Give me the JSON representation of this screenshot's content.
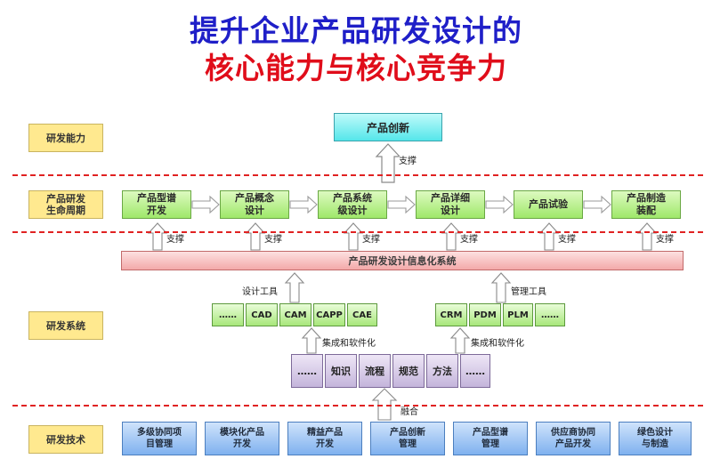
{
  "title": {
    "line1": "提升企业产品研发设计的",
    "line2": "核心能力与核心竞争力"
  },
  "row_labels": {
    "capability": "研发能力",
    "lifecycle": "产品研发\n生命周期",
    "system": "研发系统",
    "technology": "研发技术"
  },
  "top_box": "产品创新",
  "support_label": "支撑",
  "stages": [
    "产品型谱\n开发",
    "产品概念\n设计",
    "产品系统\n级设计",
    "产品详细\n设计",
    "产品试验",
    "产品制造\n装配"
  ],
  "info_system": "产品研发设计信息化系统",
  "design_tools_label": "设计工具",
  "design_tools": [
    "……",
    "CAD",
    "CAM",
    "CAPP",
    "CAE"
  ],
  "mgmt_tools_label": "管理工具",
  "mgmt_tools": [
    "CRM",
    "PDM",
    "PLM",
    "……"
  ],
  "integration_label": "集成和软件化",
  "knowledge_base": [
    "……",
    "知识",
    "流程",
    "规范",
    "方法",
    "……"
  ],
  "fusion_label": "融合",
  "technologies": [
    "多级协同项\n目管理",
    "模块化产品\n开发",
    "精益产品\n开发",
    "产品创新\n管理",
    "产品型谱\n管理",
    "供应商协同\n产品开发",
    "绿色设计\n与制造"
  ],
  "colors": {
    "title_blue": "#1f1fc8",
    "title_red": "#e00d1a",
    "separator": "#e02222",
    "row_label": "#ffe98f",
    "top_box": "#55e6ea",
    "stage": "#9fe86a",
    "info_system": "#f3a9a9",
    "tool": "#a8e77b",
    "knowledge": "#c4b5db",
    "technology": "#7fb1ef"
  }
}
